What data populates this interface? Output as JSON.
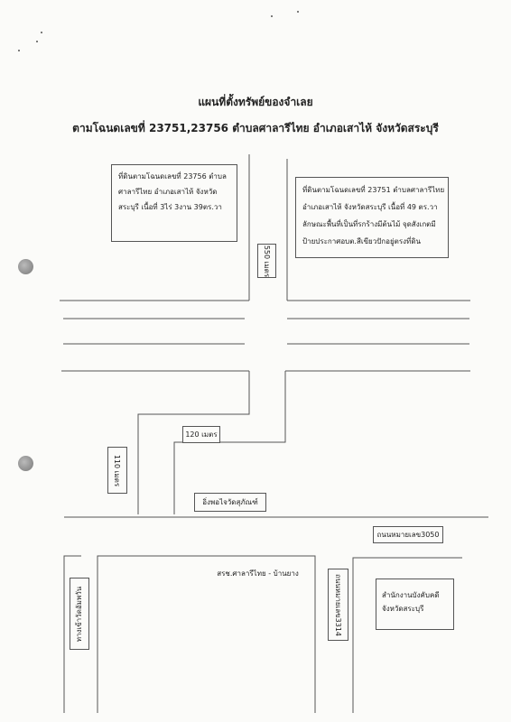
{
  "title": "แผนที่ตั้งทรัพย์ของจำเลย",
  "subtitle": "ตามโฉนดเลขที่ 23751,23756 ตำบลศาลารีไทย อำเภอเสาไห้ จังหวัดสระบุรี",
  "parcel_left": {
    "lines": [
      "ที่ดินตามโฉนดเลขที่ 23756 ตำบล",
      "ศาลารีไทย อำเภอเสาไห้ จังหวัด",
      "สระบุรี เนื้อที่ 3ไร่ 3งาน 39ตร.วา"
    ]
  },
  "parcel_right": {
    "lines": [
      "ที่ดินตามโฉนดเลขที่ 23751 ตำบลศาลารีไทย",
      "อำเภอเสาไห้ จังหวัดสระบุรี เนื้อที่ 49 ตร.วา",
      "ลักษณะพื้นที่เป็นที่รกร้างมีต้นไม้ จุดสังเกตมี",
      "ป้ายประกาศอบต.สีเขียวปักอยู่ตรงที่ดิน"
    ]
  },
  "labels": {
    "dist_550": "550 เมตร",
    "dist_120": "120 เมตร",
    "dist_110": "110 เมตร",
    "temple_sign": "อิ่งพอไจวัดสุภัณฑ์",
    "road_3050": "ถนนหมายเลข3050",
    "school": "สรช.ศาลารีไทย - บ้านยาง",
    "road_3314": "ถนนหมายเลข3314",
    "wat_entrance": "ทางเข้าวัดอัมพวัน",
    "office": [
      "สำนักงานบังคับคดี",
      "จังหวัดสระบุรี"
    ]
  }
}
